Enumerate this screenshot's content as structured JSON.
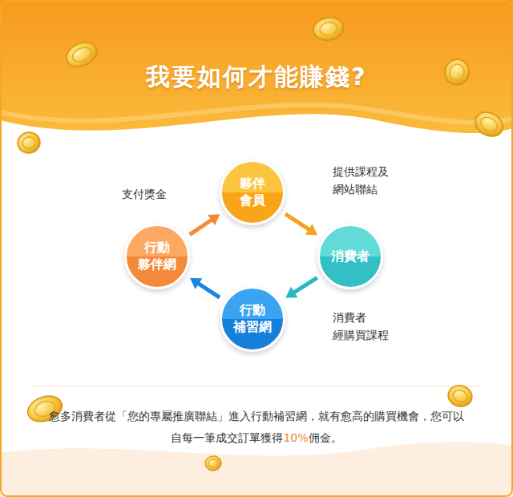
{
  "diagram": {
    "title": "我要如何才能賺錢?",
    "caption": "愈多消費者從「您的專屬推廣聯結」進入行動補習網，就有愈高的購買機會，您可以自每一筆成交訂單獲得10%佣金。",
    "nodes": [
      {
        "text": [
          "夥伴 會員"
        ]
      },
      {
        "text": [
          "消費者"
        ]
      },
      {
        "text": [
          "行動 補習網"
        ]
      },
      {
        "text": [
          "行動 夥伴網"
        ]
      }
    ],
    "edges": [
      {
        "from": 0,
        "to": 1,
        "arrow": "to",
        "label": "提供課程及 網站聯結"
      },
      {
        "from": 1,
        "to": 2,
        "arrow": "to",
        "label": "消費者 經購買課程"
      },
      {
        "from": 2,
        "to": 3,
        "arrow": "to"
      },
      {
        "from": 3,
        "to": 0,
        "arrow": "to",
        "label": "支付獎金"
      }
    ]
  }
}
